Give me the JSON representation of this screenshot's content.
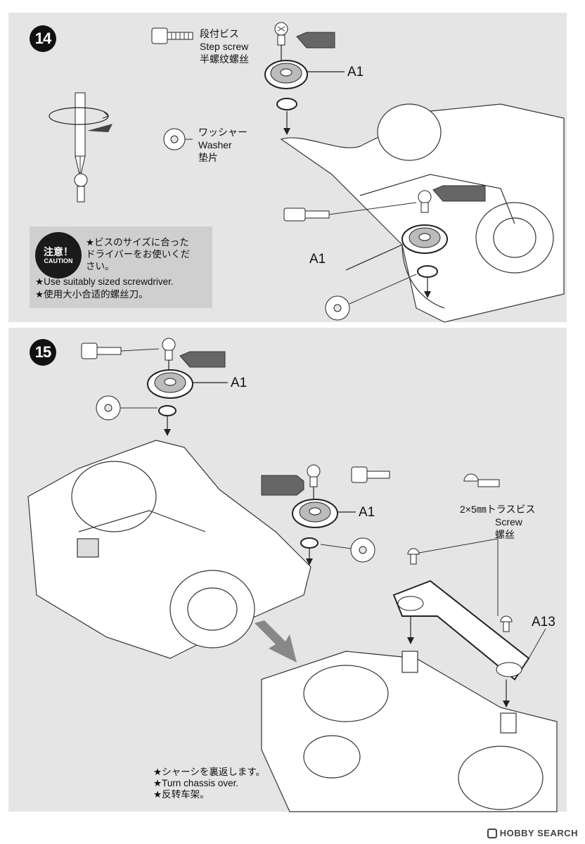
{
  "step14": {
    "number": "14",
    "step_screw_jp": "段付ビス",
    "step_screw_en": "Step screw",
    "step_screw_cn": "半螺纹螺丝",
    "part_a1_top": "A1",
    "part_a1_mid": "A1",
    "washer_jp": "ワッシャー",
    "washer_en": "Washer",
    "washer_cn": "垫片",
    "caution_badge_jp": "注意！",
    "caution_badge_en": "CAUTION",
    "caution_jp_line1": "★ビスのサイズに合った",
    "caution_jp_line2": "ドライバーをお使いくだ",
    "caution_jp_line3": "さい。",
    "caution_en": "★Use suitably sized screwdriver.",
    "caution_cn": "★使用大小合适的螺丝刀。"
  },
  "step15": {
    "number": "15",
    "part_a1_top": "A1",
    "part_a1_mid": "A1",
    "screw_jp": "2×5㎜トラスビス",
    "screw_en": "Screw",
    "screw_cn": "螺丝",
    "part_a13": "A13",
    "note_jp": "★シャーシを裏返します。",
    "note_en": "★Turn chassis over.",
    "note_cn": "★反转车架。"
  },
  "watermark": "HOBBY SEARCH",
  "icons": [
    "step-screw-icon",
    "washer-icon",
    "roller-icon",
    "grease-tube-icon",
    "screwdriver-icon",
    "rotate-arrow-icon",
    "truss-screw-icon",
    "chassis-illustration",
    "turn-over-arrow-icon"
  ],
  "colors": {
    "panel": "#e5e5e5",
    "caution_box": "#cfcfcf",
    "ink": "#111111"
  }
}
